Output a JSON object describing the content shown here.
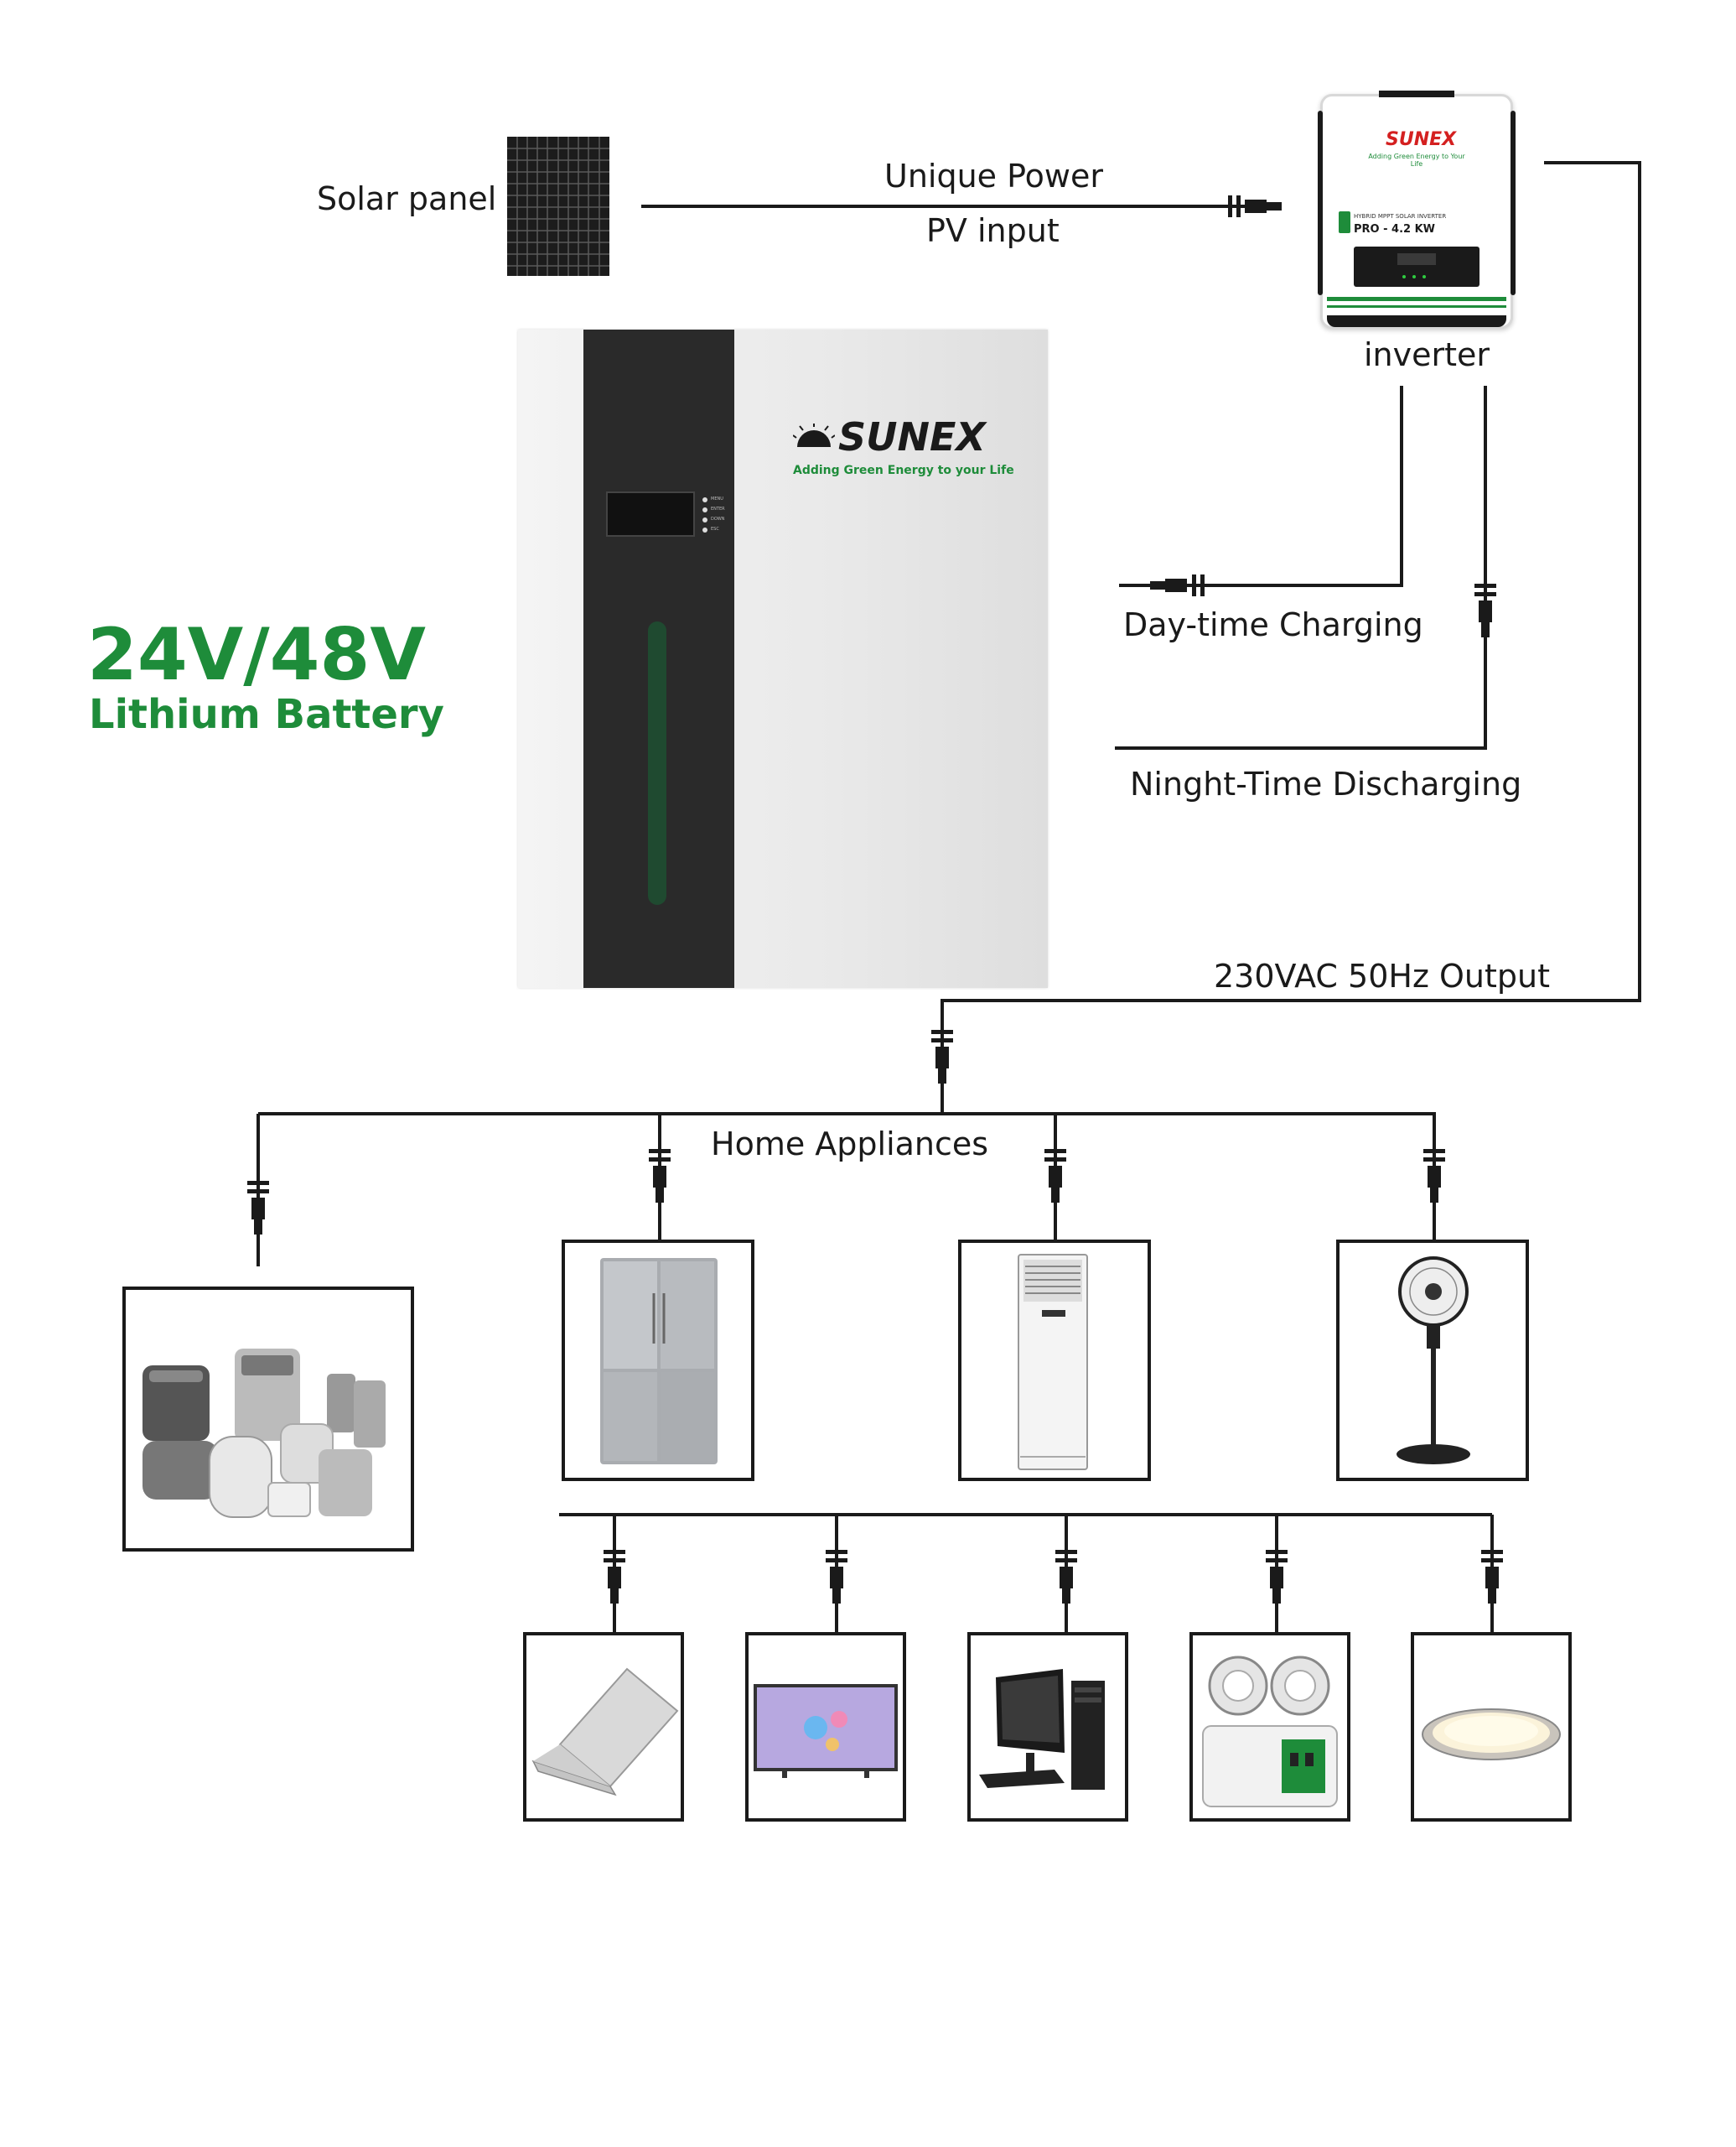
{
  "labels": {
    "solar_panel": "Solar panel",
    "unique_power": "Unique Power",
    "pv_input": "PV input",
    "inverter": "inverter",
    "daytime_charging": "Day-time Charging",
    "nighttime_discharging": "Ninght-Time Discharging",
    "ac_output": "230VAC 50Hz Output",
    "home_appliances": "Home Appliances"
  },
  "battery": {
    "voltage": "24V/48V",
    "type": "Lithium Battery",
    "brand": "SUNEX",
    "tagline": "Adding Green Energy to your Life",
    "buttons": [
      "MENU",
      "ENTER",
      "DOWN",
      "ESC"
    ]
  },
  "inverter_unit": {
    "brand": "SUNEX",
    "tagline": "Adding Green Energy to Your Life",
    "subtitle": "HYBRID MPPT SOLAR INVERTER",
    "model": "PRO - 4.2 KW"
  },
  "appliances": [
    "kitchen-appliances",
    "refrigerator",
    "air-conditioner",
    "stand-fan",
    "laptop",
    "television",
    "desktop-computer",
    "emergency-light",
    "ceiling-downlight"
  ],
  "colors": {
    "brand_green": "#1e8c3a",
    "wire": "#1a1a1a",
    "battery_dark": "#2a2a2a"
  }
}
